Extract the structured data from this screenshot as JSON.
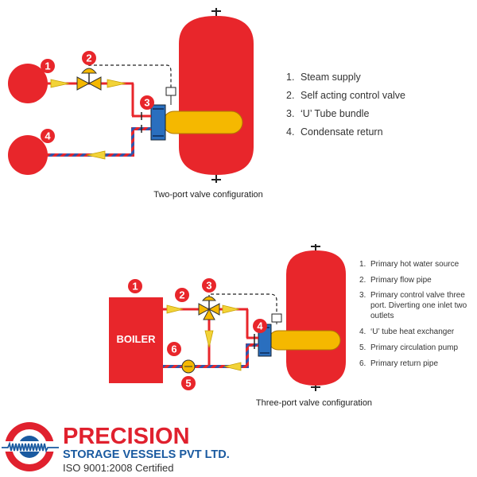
{
  "diagram1": {
    "caption": "Two-port valve configuration",
    "markers": [
      "1",
      "2",
      "3",
      "4"
    ],
    "legend": [
      {
        "num": "1.",
        "text": "Steam supply"
      },
      {
        "num": "2.",
        "text": "Self acting control valve"
      },
      {
        "num": "3.",
        "text": "‘U’ Tube bundle"
      },
      {
        "num": "4.",
        "text": "Condensate return"
      }
    ]
  },
  "diagram2": {
    "caption": "Three-port valve configuration",
    "boiler_label": "BOILER",
    "markers": [
      "1",
      "2",
      "3",
      "4",
      "5",
      "6"
    ],
    "legend": [
      {
        "num": "1.",
        "lines": [
          "Primary hot water source"
        ]
      },
      {
        "num": "2.",
        "lines": [
          "Primary flow pipe"
        ]
      },
      {
        "num": "3.",
        "lines": [
          "Primary control valve three",
          "port. Diverting one inlet two",
          "outlets"
        ]
      },
      {
        "num": "4.",
        "lines": [
          "‘U’ tube heat exchanger"
        ]
      },
      {
        "num": "5.",
        "lines": [
          "Primary circulation pump"
        ]
      },
      {
        "num": "6.",
        "lines": [
          "Primary return pipe"
        ]
      }
    ]
  },
  "logo": {
    "title": "PRECISION",
    "subtitle": "STORAGE VESSELS PVT LTD.",
    "certification": "ISO 9001:2008 Certified"
  },
  "colors": {
    "vessel_red": "#e8262b",
    "coil_yellow": "#f5b800",
    "arrow_yellow": "#f2d338",
    "return_pipe_blue": "#3355aa",
    "logo_red": "#e0212e",
    "logo_blue": "#1a5aa0"
  }
}
